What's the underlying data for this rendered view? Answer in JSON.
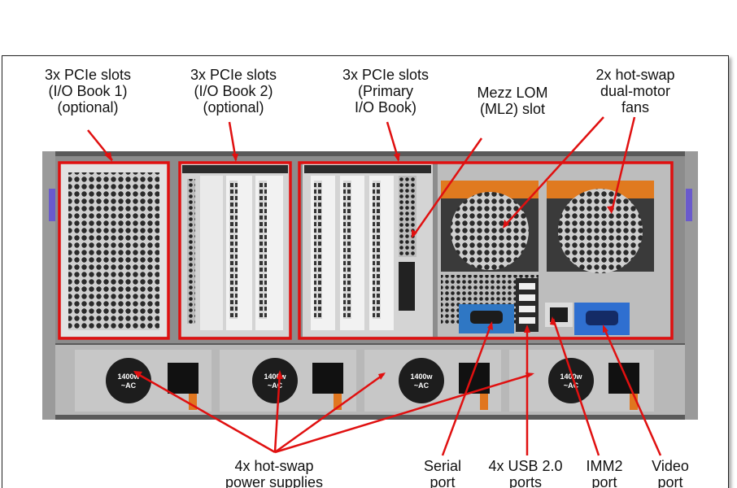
{
  "colors": {
    "callout": "#e01010",
    "chassis": "#3a3a3a",
    "serial_port": "#2f77c4",
    "video_port": "#2f6fd0",
    "handle": "#e0761f",
    "fan_band": "#e07a1f"
  },
  "labels": {
    "io_book1": [
      "3x PCIe slots",
      "(I/O Book 1)",
      "(optional)"
    ],
    "io_book2": [
      "3x PCIe slots",
      "(I/O Book 2)",
      "(optional)"
    ],
    "primary_io": [
      "3x PCIe slots",
      "(Primary",
      "I/O Book)"
    ],
    "mezz_lom": [
      "Mezz LOM",
      "(ML2) slot"
    ],
    "fans": [
      "2x hot-swap",
      "dual-motor",
      "fans"
    ],
    "psu": [
      "4x hot-swap",
      "power supplies"
    ],
    "serial": [
      "Serial",
      "port"
    ],
    "usb": [
      "4x USB 2.0",
      "ports"
    ],
    "imm2": [
      "IMM2",
      "port"
    ],
    "video": [
      "Video",
      "port"
    ]
  },
  "psu_rating": "1400w",
  "psu_ac": "~AC"
}
